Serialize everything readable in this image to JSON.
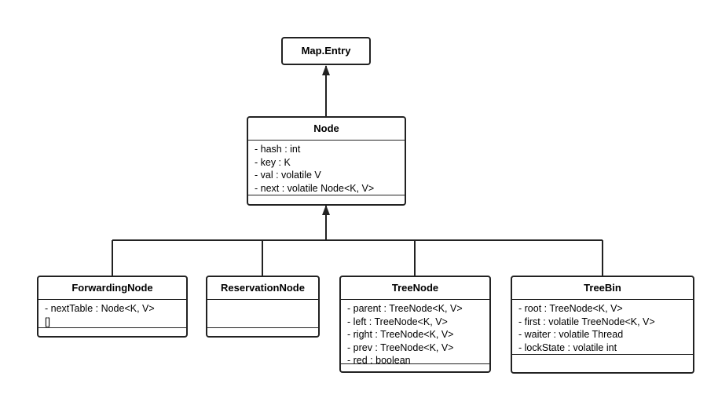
{
  "classes": {
    "map_entry": {
      "name": "Map.Entry"
    },
    "node": {
      "name": "Node",
      "attrs": [
        "- hash : int",
        "- key : K",
        "- val : volatile V",
        "- next : volatile Node<K, V>"
      ]
    },
    "forwarding": {
      "name": "ForwardingNode",
      "attrs": [
        "- nextTable : Node<K, V>",
        "[]"
      ]
    },
    "reservation": {
      "name": "ReservationNode",
      "attrs": []
    },
    "treenode": {
      "name": "TreeNode",
      "attrs": [
        "- parent : TreeNode<K, V>",
        "- left : TreeNode<K, V>",
        "- right : TreeNode<K, V>",
        "- prev : TreeNode<K, V>",
        "- red : boolean"
      ]
    },
    "treebin": {
      "name": "TreeBin",
      "attrs": [
        "- root : TreeNode<K, V>",
        "- first : volatile TreeNode<K, V>",
        "- waiter : volatile Thread",
        "- lockState : volatile int"
      ]
    }
  },
  "colors": {
    "line": "#222222",
    "background": "#ffffff"
  }
}
